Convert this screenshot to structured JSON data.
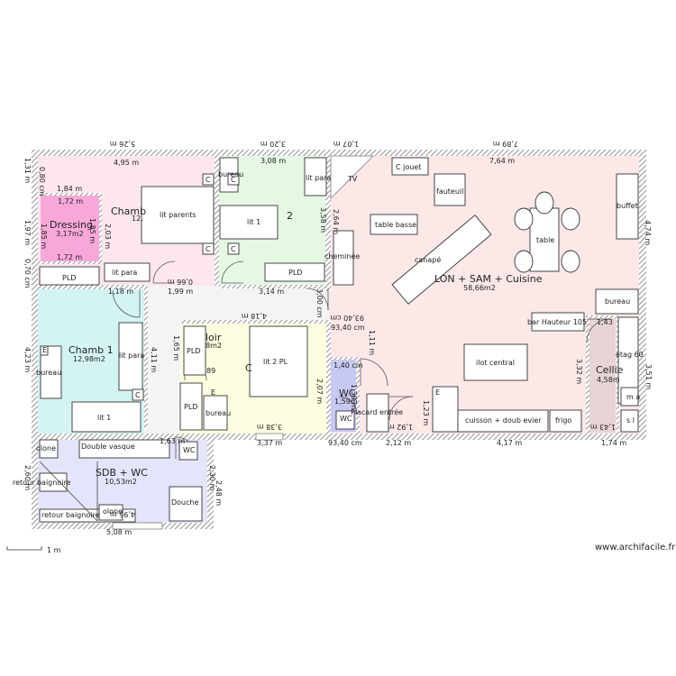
{
  "rooms": {
    "chambre_parents": {
      "label": "Chamb",
      "area": "12,"
    },
    "dressing": {
      "label": "Dressing",
      "area": "3,17m2"
    },
    "chambre2": {
      "label": "2"
    },
    "salon": {
      "label": "LON + SAM + Cuisine",
      "area": "58,66m2"
    },
    "chambre1": {
      "label": "Chamb 1",
      "area": "12,98m2"
    },
    "bureau_room": {
      "label": "C",
      "area": "8m2",
      "extra": "loir"
    },
    "wc": {
      "label": "WC",
      "area": "1,59m"
    },
    "cellier": {
      "label": "Cellie",
      "area": "4,58m"
    },
    "sdb": {
      "label": "SDB + WC",
      "area": "10,53m2"
    }
  },
  "furniture": {
    "lit_parents": "lit parents",
    "lit1_top": "lit 1",
    "lit_para_top": "lit para",
    "bureau_top": "bureau",
    "pld_top": "PLD",
    "lit_para_left": "lit para",
    "pld_left": "PLD",
    "c": "C",
    "tv": "TV",
    "c_jouet": "C jouet",
    "fauteuil": "fauteuil",
    "table_basse": "table basse",
    "canape": "canapé",
    "table": "table",
    "buffet": "buffet",
    "cheminee": "cheminée",
    "bureau_salon": "bureau",
    "bar": "bar Hauteur 105",
    "ilot": "ilot central",
    "cuisson": "cuisson + doub evier",
    "frigo": "frigo",
    "etag": "étag 60",
    "m_a": "m a",
    "s_l": "s l",
    "lit_para_ch1": "lit para",
    "bureau_ch1": "bureau",
    "lit1_ch1": "lit 1",
    "pld_mid1": "PLD",
    "pld_mid2": "PLD",
    "lit2pl": "lit 2 PL",
    "bureau_mid": "bureau",
    "num89": "89",
    "wc_small": "WC",
    "placard": "Placard entrée",
    "colone1": "olone",
    "double_vasque": "Double vasque",
    "wc_sdb": "WC",
    "retour1": "retour baignoire",
    "retour2": "retour baignoire",
    "colone2": "olone",
    "douche": "Douche",
    "e": "E"
  },
  "dimensions": {
    "top_526": "5,26 m",
    "top_495": "4,95 m",
    "top_320": "3,20 m",
    "top_308": "3,08 m",
    "top_107": "1,07 m",
    "top_789": "7,89 m",
    "top_764": "7,64 m",
    "left_131": "1,31 m",
    "left_080": "0,80 cm",
    "left_197": "1,97 m",
    "left_070": "0,70 cm",
    "left_423": "4,23 m",
    "left_260": "2,60 m",
    "d_184": "1,84 m",
    "d_172a": "1,72 m",
    "d_185a": "1,85 m",
    "d_185b": "1,85 m",
    "d_172b": "1,72 m",
    "d_203": "2,03 m",
    "d_358": "3,58 m",
    "d_264": "2,64 m",
    "d_118": "1,18 m",
    "d_199": "1,99 m",
    "d_314": "3,14 m",
    "d_300": "3,00 cm",
    "d_066": "0,66 m",
    "d_418": "4,18 m",
    "d_093": "93,40 cm",
    "d_9340b": "93,40 cm",
    "d_111": "1,11 m",
    "d_165": "1,65 m",
    "d_411": "4,11 m",
    "d_140": "1,40 cm",
    "d_207": "2,07 m",
    "d_139": "1,39 m",
    "d_338": "3,38 m",
    "d_337": "3,37 m",
    "d_9340": "93,40 cm",
    "d_212": "2,12 m",
    "d_192": "1,92 m",
    "d_123": "1,23 m",
    "d_417": "4,17 m",
    "d_174": "1,74 m",
    "d_143a": "1,43",
    "d_143b": "1,43 m",
    "d_332": "3,32 m",
    "d_351": "3,51 m",
    "d_474": "4,74 m",
    "d_163": "1,63 m",
    "d_230": "2,30 m",
    "d_248": "2,48 m",
    "d_495b": "4,95 m",
    "d_508": "5,08 m",
    "d_1m": "1 m"
  },
  "credit": "www.archifacile.fr",
  "colors": {
    "wall": "#777777",
    "chambre_parents": "#fde6ee",
    "dressing": "#f8a8d8",
    "chambre2": "#e4f8e4",
    "salon": "#fde8e8",
    "chambre1": "#d4f4f4",
    "bureau_room": "#fdfde0",
    "wc": "#c8c8f4",
    "cellier": "#e8d4d4",
    "sdb": "#e4e4fb",
    "hall": "#f4f4f4"
  }
}
